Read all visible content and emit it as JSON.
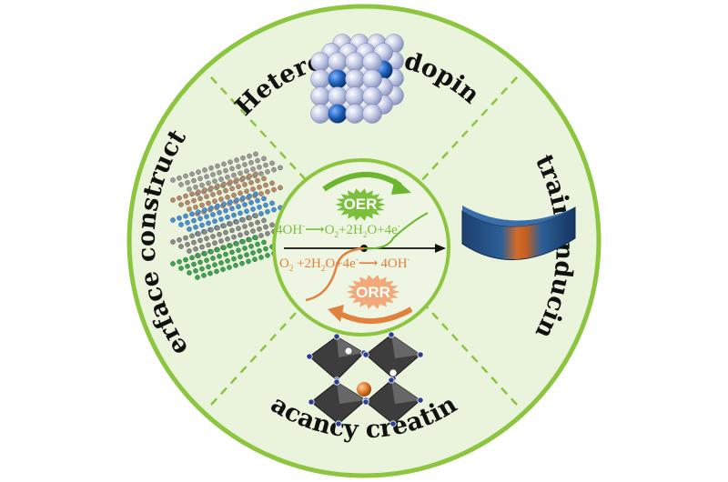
{
  "sections": {
    "top": "Heteroatom doping",
    "right": "Strain inducing",
    "bottom": "Vacancy creating",
    "left": "Interface constructing"
  },
  "center": {
    "oer_badge": "OER",
    "orr_badge": "ORR",
    "oer_equation": {
      "a": "4OH",
      "b": "O",
      "c": "+2H",
      "d": "O+4e"
    },
    "orr_equation": {
      "a": "O",
      "b": " +2H",
      "c": "O+4e",
      "d": "4OH"
    }
  },
  "colors": {
    "ring": "#8cc63f",
    "disc_fill": "#eaf3dc",
    "oer": "#7bbf3c",
    "orr": "#e0823c",
    "axis": "#111111"
  }
}
